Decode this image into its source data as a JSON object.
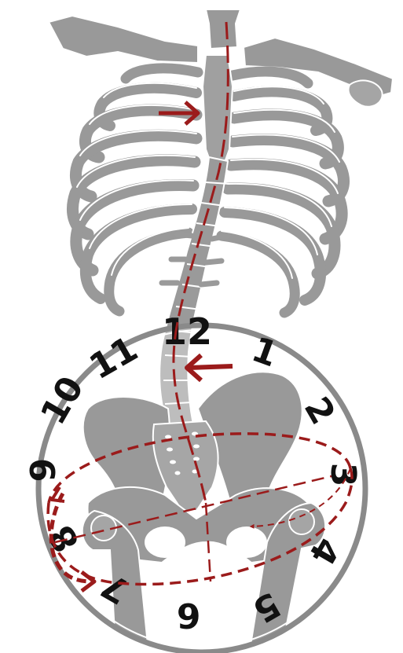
{
  "colors": {
    "bone": "#999999",
    "bone_light": "#b3b3b3",
    "bone_outline": "#ffffff",
    "clock_ring": "#8a8a8a",
    "accent": "#9b1b1b",
    "numbers": "#111111"
  },
  "clock": {
    "numerals": [
      "12",
      "1",
      "2",
      "3",
      "4",
      "5",
      "6",
      "7",
      "8",
      "9",
      "10",
      "11"
    ]
  },
  "icons": [
    "arrow-right-icon",
    "arrow-left-icon",
    "arrow-curved-icon"
  ]
}
